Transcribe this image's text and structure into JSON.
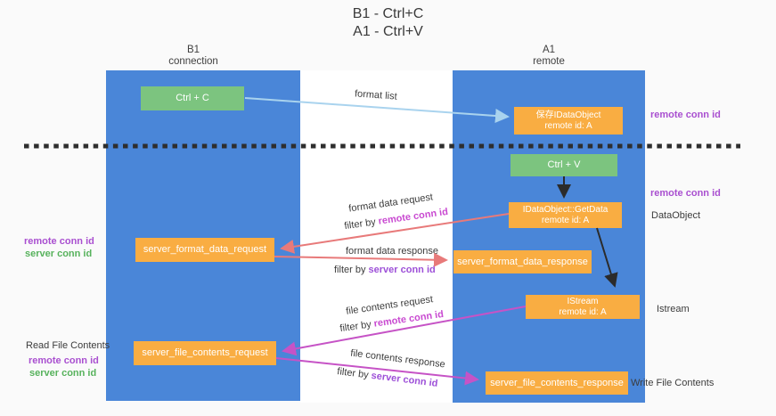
{
  "title": {
    "line1": "B1 - Ctrl+C",
    "line2": "A1 - Ctrl+V"
  },
  "lanes": {
    "left": {
      "name": "B1",
      "role": "connection"
    },
    "right": {
      "name": "A1",
      "role": "remote"
    }
  },
  "boxes": {
    "ctrl_c": {
      "label": "Ctrl + C"
    },
    "saved_idataobject": {
      "line1": "保存IDataObject",
      "line2": "remote id: A"
    },
    "ctrl_v": {
      "label": "Ctrl + V"
    },
    "getdata": {
      "line1": "IDataObject::GetData",
      "line2": "remote id: A"
    },
    "format_request": {
      "label": "server_format_data_request"
    },
    "format_response": {
      "label": "server_format_data_response"
    },
    "istream": {
      "line1": "IStream",
      "line2": "remote id: A"
    },
    "file_request": {
      "label": "server_file_contents_request"
    },
    "file_response": {
      "label": "server_file_contents_response"
    }
  },
  "flow_labels": {
    "format_list": "format list",
    "format_data_request": "format data request",
    "format_data_response": "format data response",
    "file_contents_request": "file contents request",
    "file_contents_response": "file contents response",
    "filter_by": "filter by",
    "remote_conn_id": "remote conn id",
    "server_conn_id": "server conn id"
  },
  "annotations": {
    "right_top_remote_conn_id": "remote conn id",
    "right_mid_remote_conn_id": "remote conn id",
    "dataobject": "DataObject",
    "istream": "Istream",
    "write_file_contents": "Write File Contents",
    "read_file_contents": "Read File Contents",
    "left_mid_remote_conn_id": "remote conn id",
    "left_mid_server_conn_id": "server conn id",
    "left_bottom_remote_conn_id": "remote conn id",
    "left_bottom_server_conn_id": "server conn id"
  },
  "colors": {
    "lane_blue": "#4a86d8",
    "box_orange": "#f9ad42",
    "box_green": "#7cc47f",
    "arrow_light_blue": "#a9d3ee",
    "arrow_black": "#2b2b2b",
    "arrow_red": "#e87a7a",
    "arrow_magenta": "#c653c6",
    "text_purple": "#a94fd0",
    "text_magenta": "#c94ad1",
    "text_green": "#57b25c",
    "dashed_line": "#2e2e2e"
  }
}
